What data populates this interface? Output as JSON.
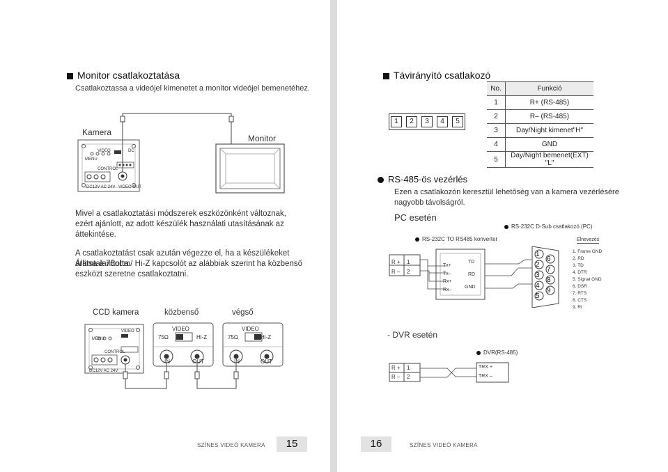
{
  "left": {
    "title": "Monitor csatlakoztatása",
    "subtitle": "Csatlakoztassa a videójel kimenetet a monitor videójel bemenetéhez.",
    "camera_label": "Kamera",
    "monitor_label": "Monitor",
    "para1": "Mivel a csatlakoztatási módszerek eszközönként változnak, ezért ajánlott, az adott készülék használati utasításának az áttekintése.",
    "para2_line1": "A csatlakoztatást csak azután végezze el, ha a készülékeket áramtalanította.",
    "para2_line2": "Állítsa a 75ohm/ Hi-Z kapcsolót az alábbiak szerint ha közbenső eszközt szeretne csatlakoztatni.",
    "ccd_label": "CCD kamera",
    "mid_label": "közbenső",
    "end_label": "végső",
    "video": "VIDEO",
    "ohm": "75Ω",
    "hiz": "Hi-Z",
    "in": "IN",
    "out": "OUT",
    "cam_video": "VIDEO",
    "cam_dc": "DC",
    "cam_menu": "MENU",
    "cam_control": "CONTROL",
    "cam_videoout": "VIDEO OUT",
    "cam_power": "DC12V AC 24V",
    "footer": "SZÍNES VIDEÓ KAMERA",
    "page_number": "15"
  },
  "right": {
    "title": "Távirányító csatlakozó",
    "pins": [
      "1",
      "2",
      "3",
      "4",
      "5"
    ],
    "table_headers": [
      "No.",
      "Funkció"
    ],
    "table_rows": [
      [
        "1",
        "R+ (RS-485)"
      ],
      [
        "2",
        "R– (RS-485)"
      ],
      [
        "3",
        "Day/Night kimenet\"H\""
      ],
      [
        "4",
        "GND"
      ],
      [
        "5",
        "Day/Night bemenet(EXT) \"L\""
      ]
    ],
    "rs485_title": "RS-485-ös vezérlés",
    "rs485_desc": "Ezen a csatlakozón keresztül lehetőség van a kamera vezérlésére nagyobb távolságról.",
    "pc_title": "PC esetén",
    "converter_label": "RS-232C TO RS485 konverter",
    "dsub_label": "RS-232C D-Sub csatlakozó (PC)",
    "rplus": "R +",
    "rminus": "R –",
    "one": "1",
    "two": "2",
    "conv_pins": [
      "Tx+",
      "Tx–",
      "Rx+",
      "Rx–"
    ],
    "conv_right": [
      "TD",
      "RD",
      "GND"
    ],
    "dsub_top": [
      "1",
      "2",
      "3",
      "4",
      "5"
    ],
    "dsub_bottom": [
      "6",
      "7",
      "8",
      "9"
    ],
    "elnevezes": "Elnevezés",
    "pin_names": [
      "1. Frame GND",
      "2. RD",
      "3. TD",
      "4. DTR",
      "5. Signal GND",
      "6. DSR",
      "7. RTS",
      "8. CTS",
      "9. RI"
    ],
    "dvr_title": "- DVR esetén",
    "dvr_label": "DVR(RS-485)",
    "trx_plus": "TRX +",
    "trx_minus": "TRX –",
    "footer": "SZÍNES VIDEÓ KAMERA",
    "page_number": "16"
  }
}
